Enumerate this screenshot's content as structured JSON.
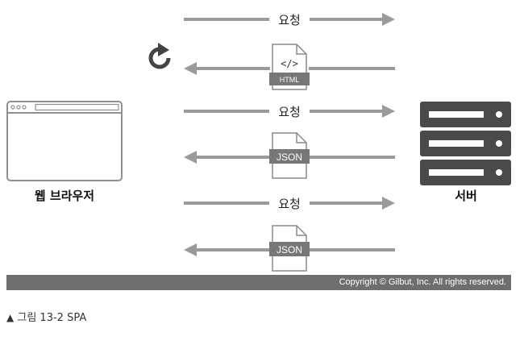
{
  "nodes": {
    "client": {
      "label": "웹 브라우저",
      "icon": "browser-window-icon"
    },
    "server": {
      "label": "서버",
      "icon": "server-rack-icon"
    }
  },
  "messages": [
    {
      "direction": "to-server",
      "kind": "request",
      "label": "요청"
    },
    {
      "direction": "to-client",
      "kind": "document",
      "label": "HTML",
      "icon": "code-tag-icon"
    },
    {
      "direction": "to-server",
      "kind": "request",
      "label": "요청"
    },
    {
      "direction": "to-client",
      "kind": "document",
      "label": "JSON"
    },
    {
      "direction": "to-server",
      "kind": "request",
      "label": "요청"
    },
    {
      "direction": "to-client",
      "kind": "document",
      "label": "JSON"
    }
  ],
  "refresh_icon": "refresh-icon",
  "footer": {
    "copyright": "Copyright © Gilbut, Inc. All rights reserved."
  },
  "caption": {
    "marker": "▲",
    "text": "그림 13-2 SPA"
  },
  "colors": {
    "arrow": "#9a9a9a",
    "server": "#4a4a4a",
    "badge": "#777777",
    "footer": "#6e6e6e"
  }
}
